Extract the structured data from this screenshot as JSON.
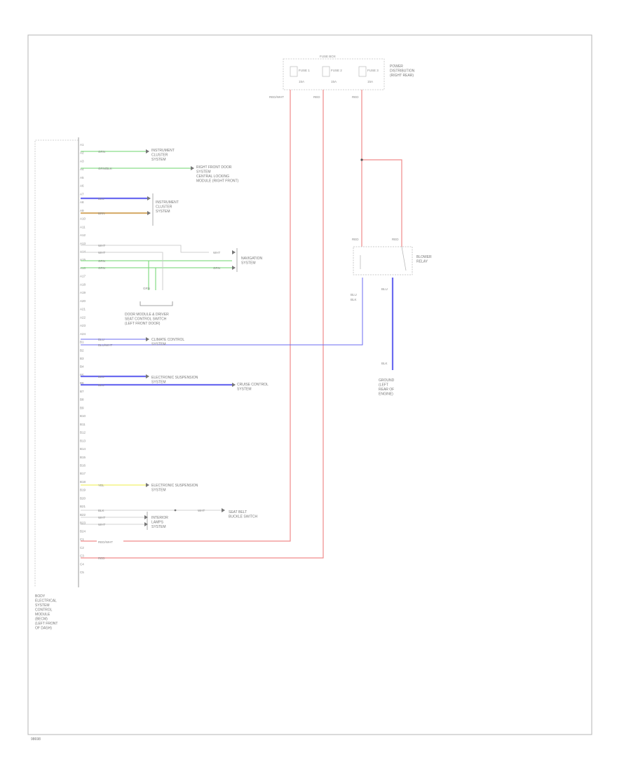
{
  "figure_id": "98698",
  "colors": {
    "red": "#f08a8a",
    "green": "#6ed66e",
    "blue": "#6b6bf0",
    "tan": "#d8b070",
    "yellow": "#f0f06a",
    "gray": "#c4c4c4",
    "frame": "#b5b5b5"
  },
  "module": {
    "lines": [
      "BODY",
      "ELECTRICAL",
      "SYSTEM",
      "CONTROL",
      "MODULE",
      "(BECM)",
      "(LEFT FRONT",
      "OF DASH)"
    ],
    "pins": [
      "A1",
      "A2",
      "A3",
      "A4",
      "A5",
      "A6",
      "A7",
      "A8",
      "A9",
      "A10",
      "A11",
      "A12",
      "A13",
      "A14",
      "A15",
      "A16",
      "A17",
      "A18",
      "A19",
      "A20",
      "A21",
      "A22",
      "A23",
      "A24",
      "B1",
      "B2",
      "B3",
      "B4",
      "B5",
      "B6",
      "B7",
      "B8",
      "B9",
      "B10",
      "B11",
      "B12",
      "B13",
      "B14",
      "B15",
      "B16",
      "B17",
      "B18",
      "B19",
      "B20",
      "B21",
      "B22",
      "B23",
      "B24",
      "C1",
      "C2",
      "C3",
      "C4",
      "C5"
    ]
  },
  "fuse_box": {
    "header": "FUSE BOX",
    "lines": [
      "POWER",
      "DISTRIBUTION",
      "(RIGHT REAR)"
    ],
    "fuses": [
      {
        "name": "FUSE 1",
        "amps": "15A"
      },
      {
        "name": "FUSE 2",
        "amps": "15A"
      },
      {
        "name": "FUSE 3",
        "amps": "15A"
      }
    ]
  },
  "wires": {
    "grn_a": "GRN",
    "grn_blk": "GRN/BLK",
    "blu_a": "BLU",
    "brn": "BRN",
    "wht_a": "WHT",
    "wht_b": "WHT",
    "grn_b": "GRN",
    "grn_c": "GRN",
    "blu_b": "BLU",
    "blu_wht": "BLU/WHT",
    "blu_c": "BLU",
    "blu_d": "BLU",
    "yel": "YEL",
    "blk_a": "BLK",
    "wht_c": "WHT",
    "wht_d": "WHT",
    "red_wht": "RED/WHT",
    "red_a": "RED",
    "red_b": "RED",
    "red_c": "RED",
    "red_d": "RED",
    "red_e": "RED",
    "blk_b": "BLK",
    "blu_e": "BLU",
    "blu_f": "BLU",
    "grn_d": "GRN",
    "wht_e": "WHT",
    "grn_e": "GRN",
    "blk_c": "BLK"
  },
  "components": {
    "instrument_cluster_1": [
      "INSTRUMENT",
      "CLUSTER",
      "SYSTEM"
    ],
    "right_front_door": [
      "RIGHT FRONT DOOR",
      "SYSTEM",
      "CENTRAL LOCKING",
      "MODULE (RIGHT FRONT)"
    ],
    "instrument_cluster_2": [
      "INSTRUMENT",
      "CLUSTER",
      "SYSTEM"
    ],
    "navigation": [
      "NAVIGATION",
      "SYSTEM"
    ],
    "door_module": [
      "DOOR MODULE & DRIVER",
      "SEAT CONTROL SWITCH",
      "(LEFT FRONT DOOR)"
    ],
    "climate": [
      "CLIMATE CONTROL",
      "SYSTEM"
    ],
    "electronic_susp_1": [
      "ELECTRONIC SUSPENSION",
      "SYSTEM"
    ],
    "cruise": [
      "CRUISE CONTROL",
      "SYSTEM"
    ],
    "electronic_susp_2": [
      "ELECTRONIC SUSPENSION",
      "SYSTEM"
    ],
    "seat_belt": [
      "SEAT BELT",
      "BUCKLE SWITCH"
    ],
    "interior_lamps": [
      "INTERIOR",
      "LAMPS",
      "SYSTEM"
    ],
    "relay": [
      "BLOWER",
      "RELAY"
    ],
    "ground": [
      "GROUND",
      "(LEFT",
      "REAR OF",
      "ENGINE)"
    ]
  }
}
